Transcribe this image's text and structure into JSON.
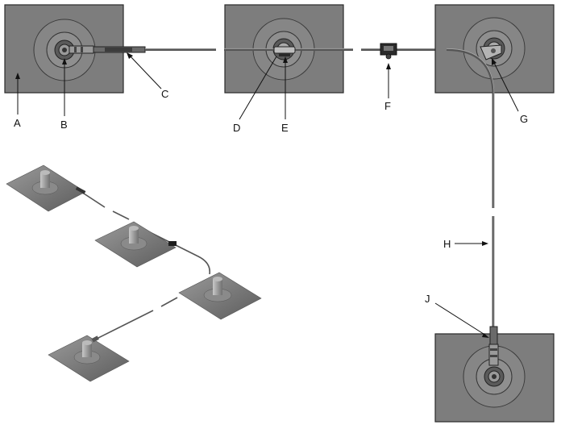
{
  "callouts": {
    "A": "A",
    "B": "B",
    "C": "C",
    "D": "D",
    "E": "E",
    "F": "F",
    "G": "G",
    "H": "H",
    "J": "J"
  },
  "colors": {
    "plate": "#7d7d7d",
    "plate_border": "#2a2a2a",
    "ring": "#909090",
    "cable": "#6a6a6a",
    "label": "#111111"
  }
}
